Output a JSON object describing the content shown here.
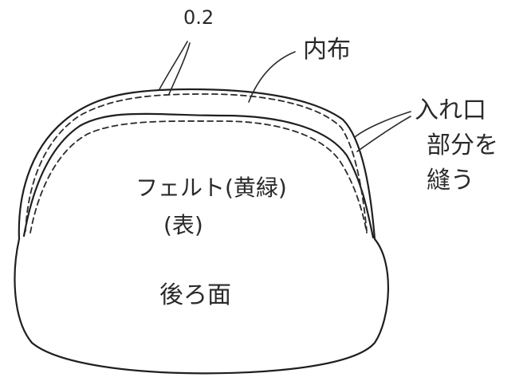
{
  "labels": {
    "seam_allowance": "0.2",
    "lining": "内布",
    "opening_line1": "入れ口",
    "opening_line2": "部分を",
    "opening_line3": "縫う",
    "felt": "フェルト(黄緑)",
    "front_side": "(表)",
    "back_face": "後ろ面"
  },
  "colors": {
    "ink": "#1f1f1f",
    "paper": "#ffffff"
  }
}
